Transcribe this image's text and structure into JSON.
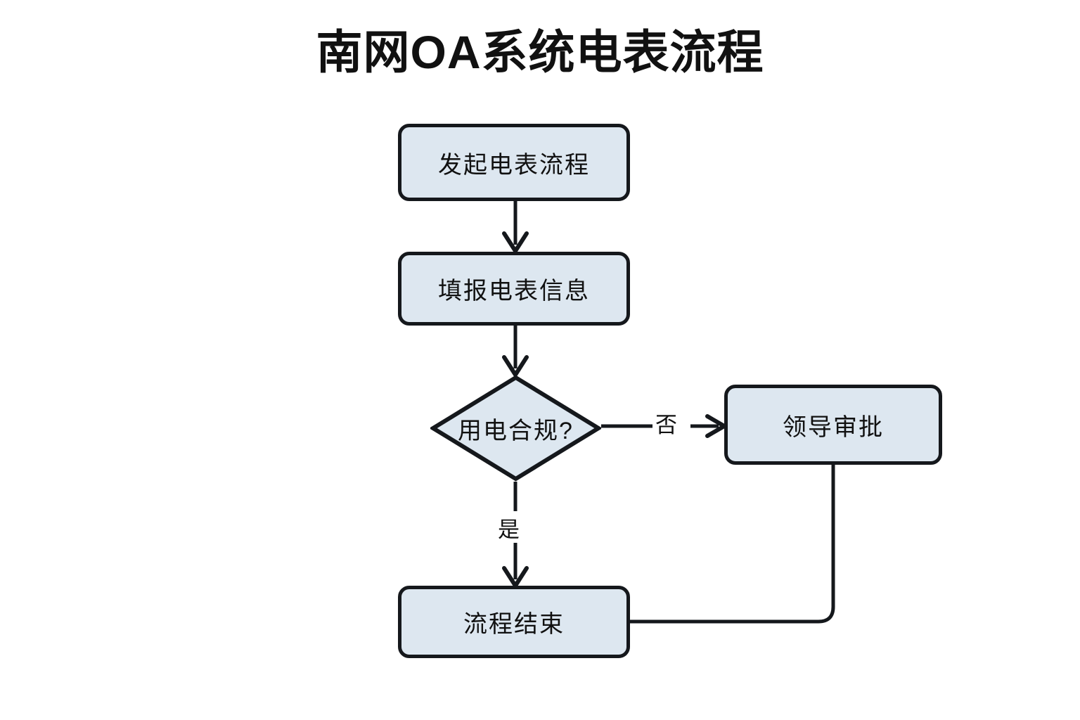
{
  "title": "南网OA系统电表流程",
  "colors": {
    "background": "#ffffff",
    "node_fill": "#dde7f0",
    "node_stroke": "#15181c",
    "text": "#111111"
  },
  "diagram": {
    "type": "flowchart",
    "nodes": [
      {
        "id": "start",
        "label": "发起电表流程",
        "shape": "rounded-rectangle"
      },
      {
        "id": "fill",
        "label": "填报电表信息",
        "shape": "rounded-rectangle"
      },
      {
        "id": "decision",
        "label": "用电合规?",
        "shape": "diamond"
      },
      {
        "id": "approve",
        "label": "领导审批",
        "shape": "rounded-rectangle"
      },
      {
        "id": "end",
        "label": "流程结束",
        "shape": "rounded-rectangle"
      }
    ],
    "edges": [
      {
        "from": "start",
        "to": "fill",
        "label": "",
        "arrow": true
      },
      {
        "from": "fill",
        "to": "decision",
        "label": "",
        "arrow": true
      },
      {
        "from": "decision",
        "to": "approve",
        "label": "否",
        "arrow": true
      },
      {
        "from": "decision",
        "to": "end",
        "label": "是",
        "arrow": true
      },
      {
        "from": "approve",
        "to": "end",
        "label": "",
        "arrow": false
      }
    ],
    "edge_labels": {
      "no": "否",
      "yes": "是"
    }
  }
}
